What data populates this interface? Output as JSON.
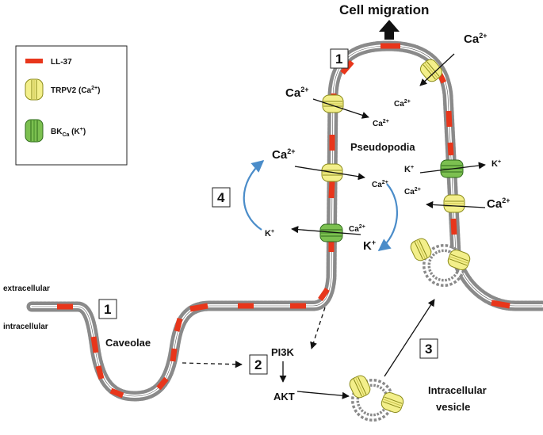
{
  "legend": {
    "ll37": "LL-37",
    "trpv2": "TRPV2 (Ca",
    "trpv2_sup": "2+",
    "trpv2_close": ")",
    "bk_main": "BK",
    "bk_sub": "Ca",
    "bk_rest": " (K",
    "bk_sup": "+",
    "bk_close": ")"
  },
  "labels": {
    "cell_migration": "Cell migration",
    "pseudopodia": "Pseudopodia",
    "caveolae": "Caveolae",
    "extracellular": "extracellular",
    "intracellular": "intracellular",
    "pi3k": "PI3K",
    "akt": "AKT",
    "intracellular_vesicle_1": "Intracellular",
    "intracellular_vesicle_2": "vesicle",
    "ca": "Ca",
    "ca_sup": "2+",
    "k": "K",
    "k_sup": "+"
  },
  "steps": {
    "step1": "1",
    "step2": "2",
    "step3": "3",
    "step4": "4"
  },
  "colors": {
    "ll37": "#e8361b",
    "trpv2_fill": "#f3ef8a",
    "trpv2_stroke": "#8a8a1a",
    "bk_fill": "#7cc050",
    "bk_stroke": "#2f6a1c",
    "arrow_blue": "#4a8cc9",
    "membrane": "#8a8a8a"
  }
}
